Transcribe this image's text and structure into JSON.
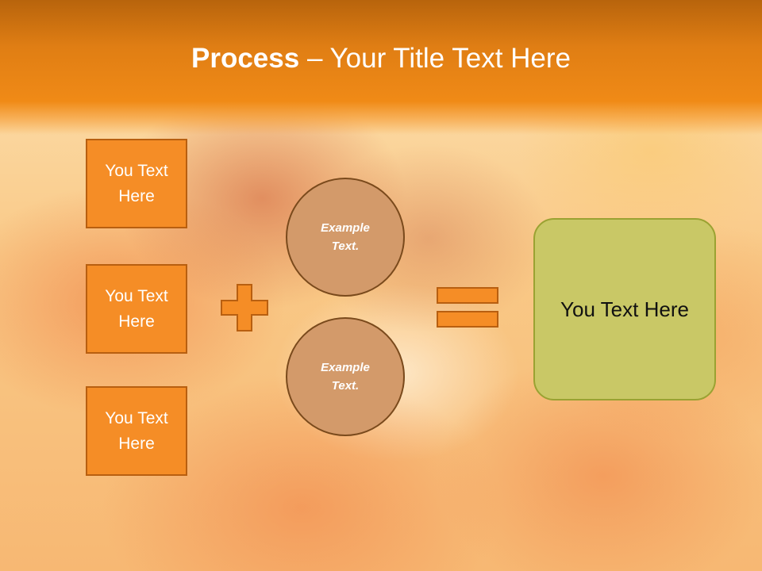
{
  "slide": {
    "title_bold": "Process",
    "title_rest": " – Your Title Text Here",
    "boxes": [
      {
        "label": "You Text Here"
      },
      {
        "label": "You Text Here"
      },
      {
        "label": "You Text Here"
      }
    ],
    "operator_plus_icon": "plus-icon",
    "circles": [
      {
        "label": "Example Text."
      },
      {
        "label": "Example Text."
      }
    ],
    "operator_equals_icon": "equals-icon",
    "result": {
      "label": "You Text Here"
    }
  },
  "colors": {
    "title_bar": "#e07e14",
    "box_fill": "#f58d26",
    "circle_fill": "#d39a6a",
    "result_fill": "#c9c866"
  }
}
